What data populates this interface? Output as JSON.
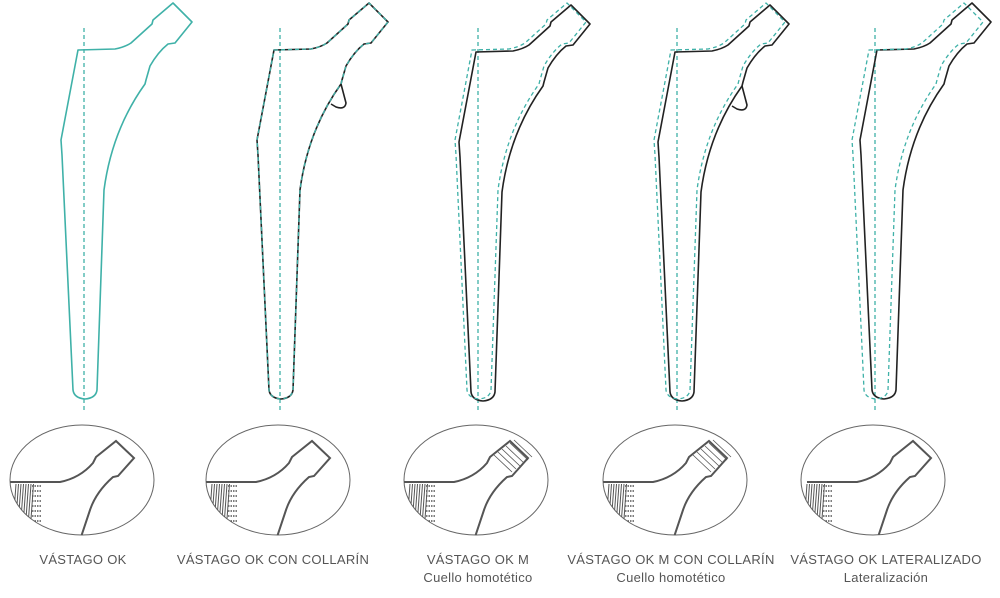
{
  "colors": {
    "accent": "#3fb1a8",
    "outline": "#222222",
    "detail": "#555555"
  },
  "stems": [
    {
      "title": "VÁSTAGO OK",
      "subtitle": null,
      "variant": "standard"
    },
    {
      "title": "VÁSTAGO OK CON COLLARÍN",
      "subtitle": null,
      "variant": "collar"
    },
    {
      "title": "VÁSTAGO OK M",
      "subtitle": "Cuello homotético",
      "variant": "homothetic"
    },
    {
      "title": "VÁSTAGO OK M CON COLLARÍN",
      "subtitle": "Cuello homotético",
      "variant": "homothetic-collar"
    },
    {
      "title": "VÁSTAGO OK LATERALIZADO",
      "subtitle": "Lateralización",
      "variant": "lateralized"
    }
  ]
}
